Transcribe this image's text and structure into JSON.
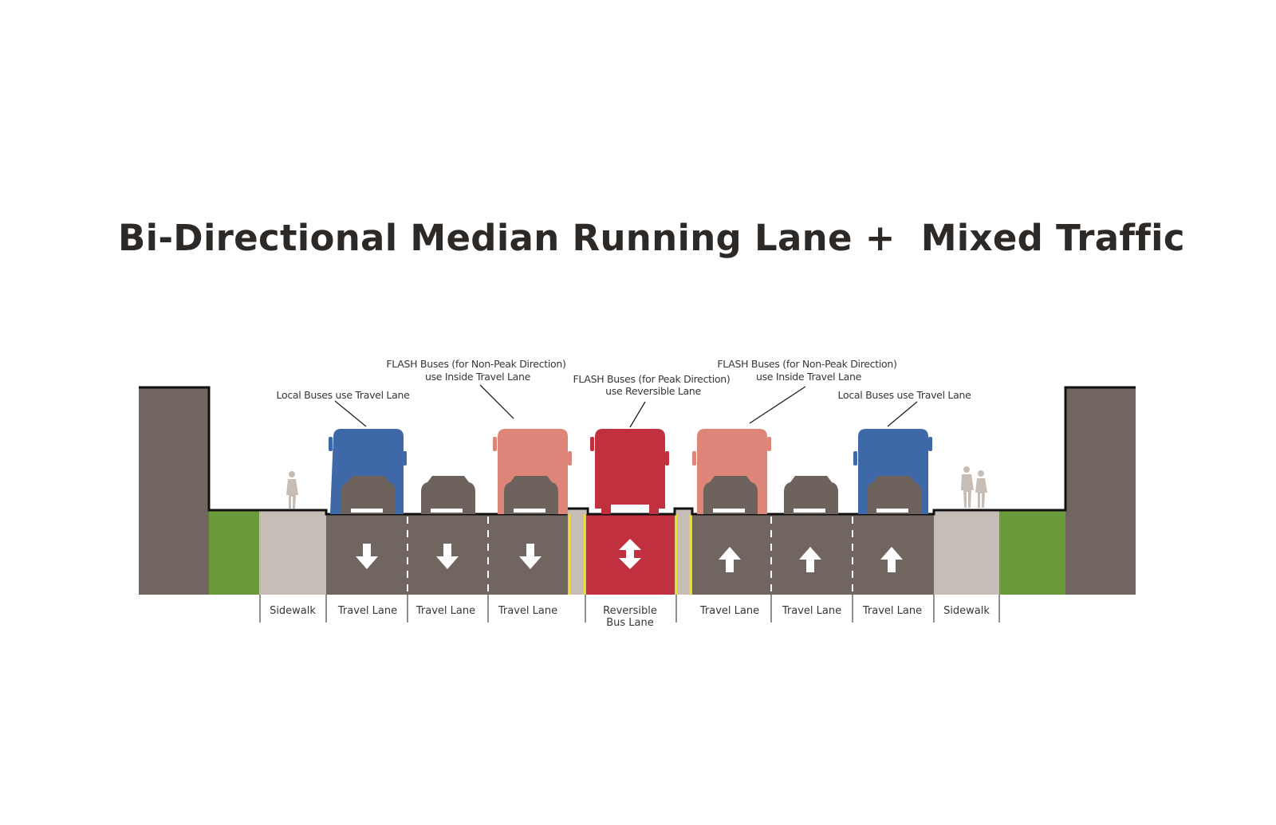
{
  "title": "Bi-Directional Median Running Lane +  Mixed Traffic",
  "annotations": {
    "local_left": "Local Buses use Travel Lane",
    "flash_nonpeak_left_1": "FLASH Buses (for Non-Peak Direction)",
    "flash_nonpeak_left_2": "use Inside Travel Lane",
    "flash_peak_1": "FLASH Buses (for Peak Direction)",
    "flash_peak_2": "use Reversible Lane",
    "flash_nonpeak_right_1": "FLASH Buses (for Non-Peak Direction)",
    "flash_nonpeak_right_2": "use Inside Travel Lane",
    "local_right": "Local Buses use Travel Lane"
  },
  "lanes": [
    {
      "label": "Sidewalk"
    },
    {
      "label": "Travel Lane",
      "direction": "down"
    },
    {
      "label": "Travel Lane",
      "direction": "down"
    },
    {
      "label": "Travel Lane",
      "direction": "down"
    },
    {
      "label_1": "Reversible",
      "label_2": "Bus Lane",
      "direction": "both"
    },
    {
      "label": "Travel Lane",
      "direction": "up"
    },
    {
      "label": "Travel Lane",
      "direction": "up"
    },
    {
      "label": "Travel Lane",
      "direction": "up"
    },
    {
      "label": "Sidewalk"
    }
  ],
  "colors": {
    "building": "#70665f",
    "green": "#6a9a3a",
    "sidewalk": "#c7bdb7",
    "road": "#70665f",
    "bus_lane": "#c0303e",
    "local_bus": "#3f68a8",
    "flash_nonpeak_bus": "#dd8578",
    "flash_peak_bus": "#c0303e",
    "car": "#6d625c",
    "median_edge": "#f2e21a"
  }
}
